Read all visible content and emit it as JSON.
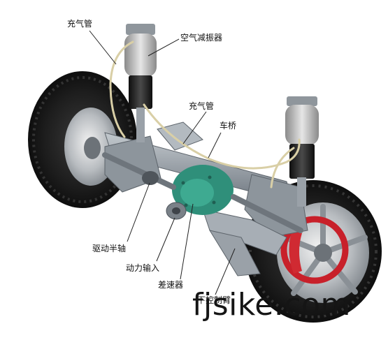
{
  "labels": {
    "charge_tube_top": "充气管",
    "air_shock": "空气减振器",
    "charge_tube_mid": "充气管",
    "axle": "车桥",
    "drive_half_shaft": "驱动半轴",
    "power_input": "动力输入",
    "differential": "差速器",
    "control_arm": "下控制臂"
  },
  "watermark": "fjsike.com",
  "colors": {
    "tire": "#1c1c1c",
    "frame": "#9aa3ab",
    "differential": "#2f8f7a",
    "brake": "#c8202a",
    "shock_body": "#1f1f1f",
    "air_bag": "#c9c9c9",
    "tube": "#d9cfa6"
  }
}
